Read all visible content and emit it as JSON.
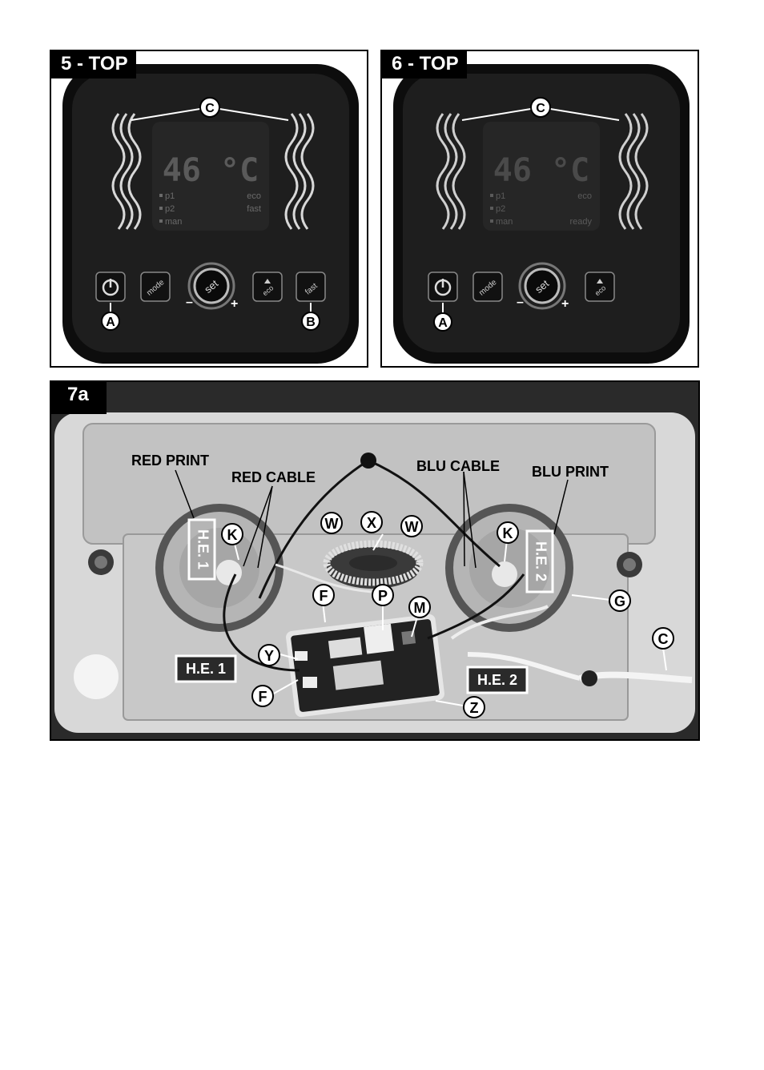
{
  "panel5": {
    "title": "5 - TOP",
    "temperature": "46 °C",
    "modes_left": [
      "p1",
      "p2",
      "man"
    ],
    "modes_right": [
      "eco",
      "fast"
    ],
    "buttons": [
      "mode",
      "set",
      "eco",
      "fast"
    ],
    "minus": "–",
    "plus": "+",
    "labels": {
      "a": "A",
      "b": "B",
      "c": "C"
    }
  },
  "panel6": {
    "title": "6 - TOP",
    "temperature": "46 °C",
    "modes_left": [
      "p1",
      "p2",
      "man"
    ],
    "modes_right": [
      "eco",
      "ready"
    ],
    "buttons": [
      "mode",
      "set",
      "eco"
    ],
    "minus": "–",
    "plus": "+",
    "labels": {
      "a": "A",
      "c": "C"
    }
  },
  "panel7a": {
    "title": "7a",
    "captions": {
      "red_print": "RED PRINT",
      "red_cable": "RED CABLE",
      "blu_cable": "BLU CABLE",
      "blu_print": "BLU PRINT"
    },
    "boxes": {
      "he1_vertical": "H.E. 1",
      "he2_vertical": "H.E. 2",
      "he1": "H.E. 1",
      "he2": "H.E. 2"
    },
    "callouts": {
      "k1": "K",
      "k2": "K",
      "w1": "W",
      "x": "X",
      "w2": "W",
      "f1": "F",
      "p": "P",
      "m": "M",
      "g": "G",
      "c": "C",
      "y": "Y",
      "f2": "F",
      "z": "Z"
    }
  },
  "colors": {
    "frame": "#000000",
    "panel_body": "#1c1c1c",
    "tank": "#c9c9c9"
  }
}
